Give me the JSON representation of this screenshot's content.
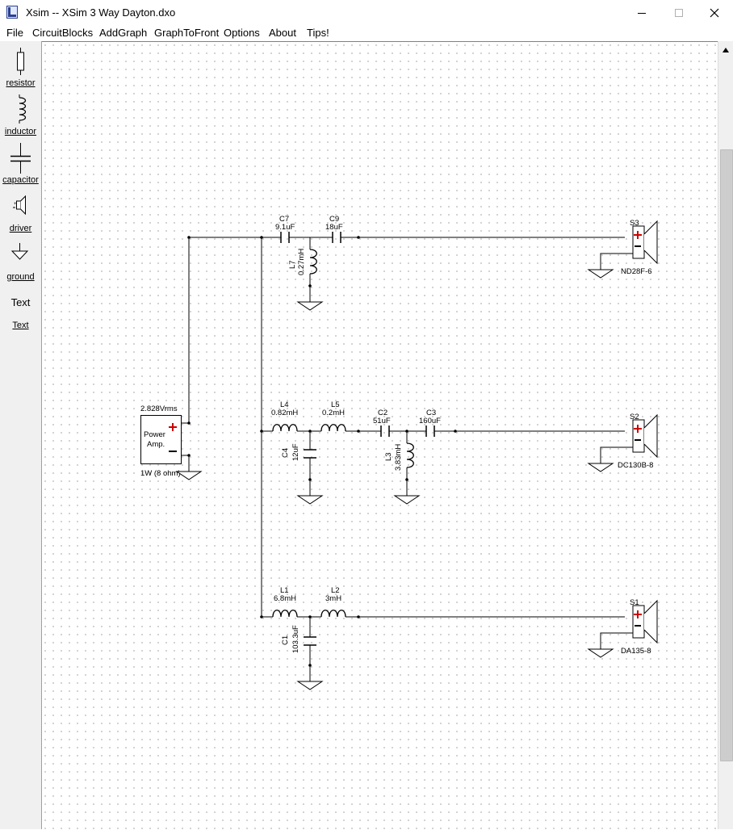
{
  "window": {
    "title": "Xsim -- XSim 3 Way Dayton.dxo",
    "icon": "xsim-app-icon",
    "controls": [
      "minimize-icon",
      "maximize-icon",
      "close-icon"
    ]
  },
  "menu": {
    "file": "File",
    "circuit_blocks": "CircuitBlocks",
    "add_graph": "AddGraph",
    "graph_to_front": "GraphToFront",
    "options": "Options",
    "about": "About",
    "tips": "Tips!"
  },
  "palette": {
    "resistor": "resistor",
    "inductor": "inductor",
    "capacitor": "capacitor",
    "driver": "driver",
    "ground": "ground",
    "text_preview": "Text",
    "text": "Text"
  },
  "schematic": {
    "source": {
      "voltage": "2.828Vrms",
      "name_line1": "Power",
      "name_line2": "Amp.",
      "load": "1W (8 ohm)"
    },
    "tweeter": {
      "c7_name": "C7",
      "c7_value": "9.1uF",
      "c9_name": "C9",
      "c9_value": "18uF",
      "l7_name": "L7",
      "l7_value": "0.27mH",
      "speaker_name": "S3",
      "speaker_model": "ND28F-6"
    },
    "midrange": {
      "l4_name": "L4",
      "l4_value": "0.82mH",
      "l5_name": "L5",
      "l5_value": "0.2mH",
      "c2_name": "C2",
      "c2_value": "51uF",
      "c3_name": "C3",
      "c3_value": "160uF",
      "c4_name": "C4",
      "c4_value": "12uF",
      "l3_name": "L3",
      "l3_value": "3.83mH",
      "speaker_name": "S2",
      "speaker_model": "DC130B-8"
    },
    "woofer": {
      "l1_name": "L1",
      "l1_value": "6.8mH",
      "l2_name": "L2",
      "l2_value": "3mH",
      "c1_name": "C1",
      "c1_value": "103.3uF",
      "speaker_name": "S1",
      "speaker_model": "DA135-8"
    }
  },
  "colors": {
    "plus_sign": "#cc0000",
    "wire": "#000000",
    "canvas": "#ffffff",
    "palette_bg": "#f0f0f0"
  }
}
